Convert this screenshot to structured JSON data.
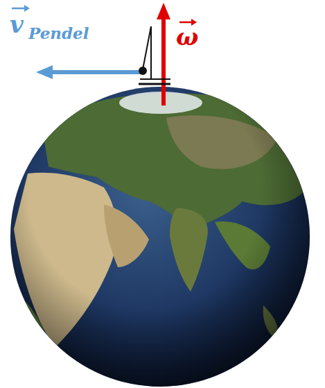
{
  "diagram": {
    "labels": [
      "v",
      "Pendel",
      "ω"
    ]
  }
}
